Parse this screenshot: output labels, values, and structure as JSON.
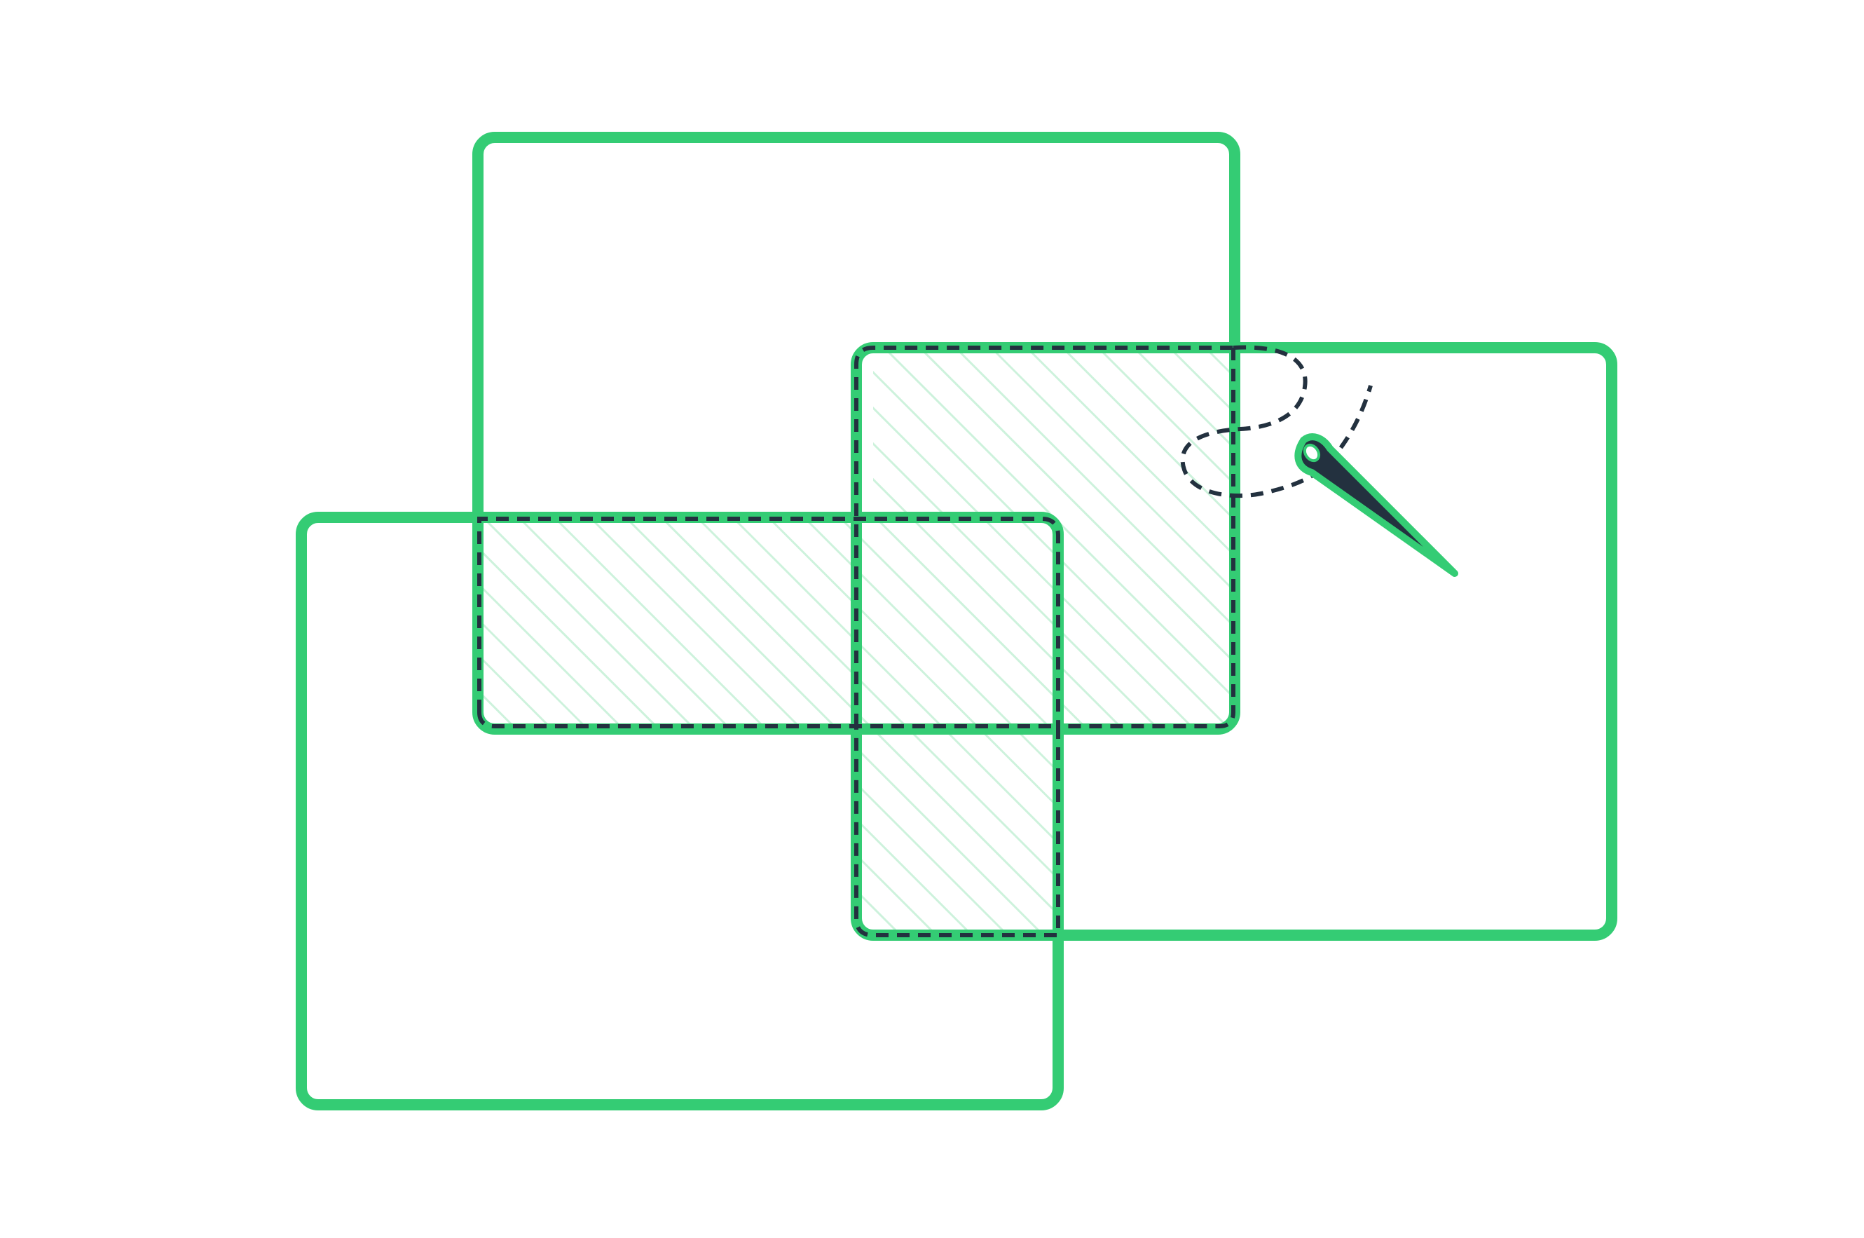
{
  "diagram": {
    "description_free": true,
    "colors": {
      "background": "#ffffff",
      "outline": "#34cc74",
      "stitch": "#23313f",
      "hatch": "#cdf2dc",
      "needle": "#23313f"
    },
    "icons": {
      "needle": "sewing-needle-icon"
    },
    "shapes": [
      "rectangle-top",
      "rectangle-right",
      "rectangle-bottom-left"
    ],
    "overlap_regions": [
      "top-bottom-overlap",
      "top-right-overlap",
      "right-bottom-overlap"
    ]
  }
}
